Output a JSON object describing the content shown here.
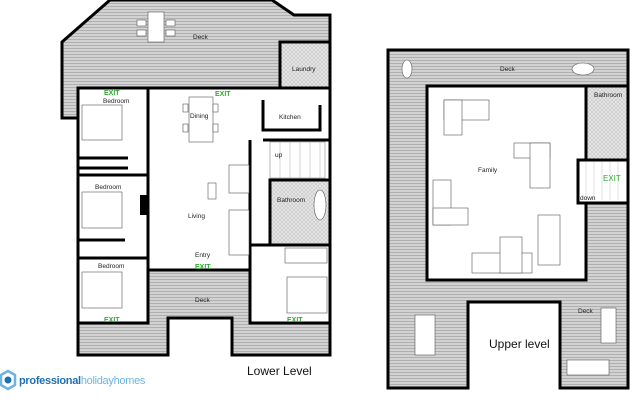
{
  "lower_level": {
    "title": "Lower Level",
    "rooms": {
      "deck_top": "Deck",
      "laundry": "Laundry",
      "bedroom_1": "Bedroom",
      "dining": "Dining",
      "kitchen": "Kitchen",
      "stairs": "up",
      "bedroom_2": "Bedroom",
      "living": "Living",
      "bathroom": "Bathroom",
      "entry": "Entry",
      "bedroom_3": "Bedroom",
      "deck_bottom": "Deck"
    },
    "exits": [
      "EXIT",
      "EXIT",
      "EXIT",
      "EXIT",
      "EXIT"
    ]
  },
  "upper_level": {
    "title": "Upper level",
    "rooms": {
      "deck_top": "Deck",
      "bathroom": "Bathroom",
      "family": "Family",
      "stairs": "down",
      "deck_right": "Deck"
    },
    "exit": "EXIT"
  },
  "logo": {
    "bold": "professional",
    "light": "holidayhomes"
  },
  "colors": {
    "deck": "#c8c8c8",
    "exit": "#2eaa2e",
    "logo_primary": "#1f6fb3",
    "logo_secondary": "#6fb4e0"
  }
}
